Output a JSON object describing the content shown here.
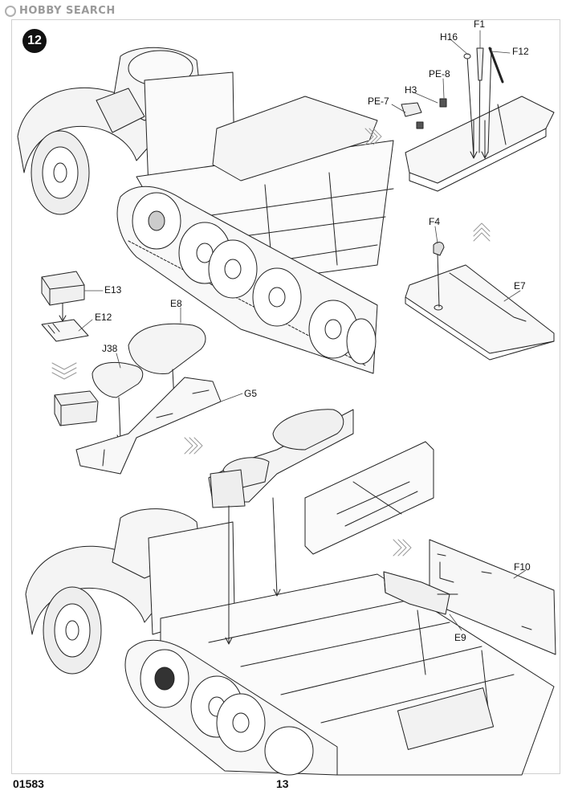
{
  "watermark": {
    "text": "HOBBY SEARCH"
  },
  "step": {
    "number": "12"
  },
  "parts": {
    "e13": "E13",
    "e12": "E12",
    "j38": "J38",
    "e8": "E8",
    "g5": "G5",
    "h16": "H16",
    "f1": "F1",
    "f12": "F12",
    "pe8": "PE-8",
    "h3": "H3",
    "pe7": "PE-7",
    "f4": "F4",
    "e7": "E7",
    "f10": "F10",
    "e9": "E9"
  },
  "footer": {
    "product_code": "01583",
    "page_number": "13"
  }
}
